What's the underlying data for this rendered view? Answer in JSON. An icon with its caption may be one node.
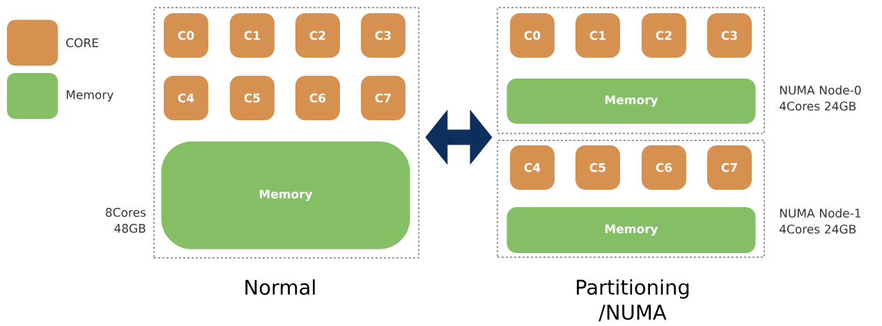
{
  "diagram": {
    "nodes": [
      {
        "text": [
          "Normal"
        ],
        "beside": [
          "8Cores 48GB"
        ]
      },
      {
        "text": [
          "C0"
        ],
        "in": 0
      },
      {
        "text": [
          "C1"
        ],
        "in": 0
      },
      {
        "text": [
          "C2"
        ],
        "in": 0
      },
      {
        "text": [
          "C3"
        ],
        "in": 0
      },
      {
        "text": [
          "C4"
        ],
        "in": 0
      },
      {
        "text": [
          "C5"
        ],
        "in": 0
      },
      {
        "text": [
          "C6"
        ],
        "in": 0
      },
      {
        "text": [
          "C7"
        ],
        "in": 0
      },
      {
        "text": [
          "Memory"
        ],
        "in": 0
      },
      {
        "text": [],
        "shape": "box",
        "beside": [
          "NUMA Node-0 4Cores 24GB"
        ]
      },
      {
        "text": [
          "C0"
        ],
        "in": 10
      },
      {
        "text": [
          "C1"
        ],
        "in": 10
      },
      {
        "text": [
          "C2"
        ],
        "in": 10
      },
      {
        "text": [
          "C3"
        ],
        "in": 10
      },
      {
        "text": [
          "Memory"
        ],
        "in": 10
      },
      {
        "text": [],
        "shape": "box",
        "beside": [
          "NUMA Node-1 4Cores 24GB"
        ]
      },
      {
        "text": [
          "C4"
        ],
        "in": 16
      },
      {
        "text": [
          "C5"
        ],
        "in": 16
      },
      {
        "text": [
          "C6"
        ],
        "in": 16
      },
      {
        "text": [
          "C7"
        ],
        "in": 16
      },
      {
        "text": [
          "Memory"
        ],
        "in": 16
      }
    ],
    "edges": [
      {
        "from": 0,
        "to": 10,
        "arrow": "both"
      }
    ],
    "labels": [
      "Partitioning /NUMA"
    ],
    "legend": [
      {
        "text": "CORE",
        "color": "#d69150"
      },
      {
        "text": "Memory",
        "color": "#84bf66"
      }
    ]
  }
}
